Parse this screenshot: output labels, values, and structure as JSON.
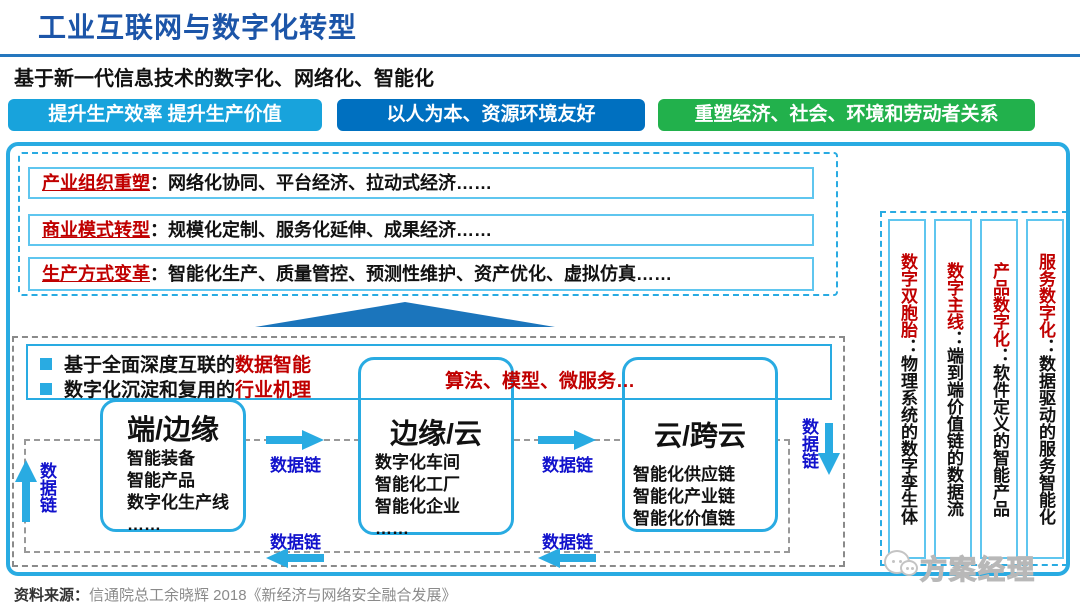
{
  "header": {
    "title": "工业互联网与数字化转型",
    "subtitle": "基于新一代信息技术的数字化、网络化、智能化"
  },
  "benefit_pills": [
    {
      "label": "提升生产效率 提升生产价值",
      "color": "#18A3DC"
    },
    {
      "label": "以人为本、资源环境友好",
      "color": "#0070C0"
    },
    {
      "label": "重塑经济、社会、环境和劳动者关系",
      "color": "#22B14C"
    }
  ],
  "transformation_rows": [
    {
      "label": "产业组织重塑",
      "text": "：网络化协同、平台经济、拉动式经济……"
    },
    {
      "label": "商业模式转型",
      "text": "：规模化定制、服务化延伸、成果经济……"
    },
    {
      "label": "生产方式变革",
      "text": "：智能化生产、质量管控、预测性维护、资产优化、虚拟仿真……"
    }
  ],
  "foundation": {
    "bullets": [
      {
        "black": "基于全面深度互联的",
        "red": "数据智能"
      },
      {
        "black": "数字化沉淀和复用的",
        "red": "行业机理"
      }
    ],
    "services_note": "算法、模型、微服务…",
    "data_chain_label": "数据链",
    "layers": [
      {
        "title": "端/边缘",
        "items": [
          "智能装备",
          "智能产品",
          "数字化生产线",
          "……"
        ]
      },
      {
        "title": "边缘/云",
        "items": [
          "数字化车间",
          "智能化工厂",
          "智能化企业",
          "……"
        ]
      },
      {
        "title": "云/跨云",
        "items": [
          "智能化供应链",
          "智能化产业链",
          "智能化价值链"
        ]
      }
    ]
  },
  "right_columns": [
    {
      "label": "数字双胞胎",
      "text": "：物理系统的数字孪生体"
    },
    {
      "label": "数字主线",
      "text": "：端到端价值链的数据流"
    },
    {
      "label": "产品数字化",
      "text": "：软件定义的智能产品"
    },
    {
      "label": "服务数字化",
      "text": "：数据驱动的服务智能化"
    }
  ],
  "footer": {
    "source_label": "资料来源：",
    "source_text": "信通院总工余晓辉  2018《新经济与网络安全融合发展》"
  },
  "watermark": {
    "text": "方案经理"
  },
  "colors": {
    "title_blue": "#1C55A8",
    "accent_light_blue": "#29ABE2",
    "accent_dark_blue": "#0070C0",
    "accent_green": "#22B14C",
    "label_red": "#C00000",
    "data_chain_blue": "#1212CC",
    "triangle_blue": "#1B75BC",
    "dashed_gray": "#8A8A8A"
  }
}
